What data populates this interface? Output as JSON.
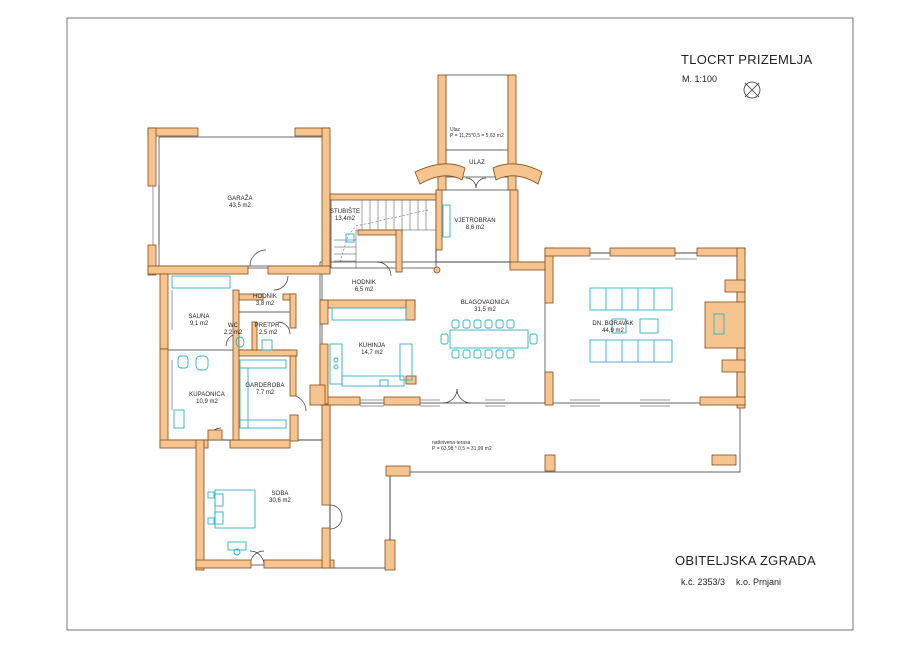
{
  "drawing": {
    "title": "TLOCRT PRIZEMLJA",
    "scale": "M. 1:100",
    "project_name": "OBITELJSKA ZGRADA",
    "parcel": "k.č. 2353/3",
    "cadastral": "k.o. Prnjani"
  },
  "rooms": {
    "garaza": {
      "name": "GARAŽA",
      "area": "43,5 m2"
    },
    "stubiste": {
      "name": "STUBIŠTE",
      "area": "13,4m2"
    },
    "vjetrobran": {
      "name": "VJETROBRAN",
      "area": "8,6 m2"
    },
    "ulaz": {
      "name": "ULAZ"
    },
    "hodnik_small": {
      "name": "HODNIK",
      "area": "3,8 m2"
    },
    "hodnik_main": {
      "name": "HODNIK",
      "area": "6,5 m2"
    },
    "sauna": {
      "name": "SAUNA",
      "area": "9,1 m2"
    },
    "wc": {
      "name": "WC",
      "area": "2,2 m2"
    },
    "pretpr": {
      "name": "PRETPR.",
      "area": "2,5 m2"
    },
    "kuhinja": {
      "name": "KUHINJA",
      "area": "14,7 m2"
    },
    "blagovaonica": {
      "name": "BLAGOVAONICA",
      "area": "31,5 m2"
    },
    "dn_boravak": {
      "name": "DN. BORAVAK",
      "area": "44,9 m2"
    },
    "garderoba": {
      "name": "GARDEROBA",
      "area": "7,7 m2"
    },
    "kupaonica": {
      "name": "KUPAONICA",
      "area": "10,9 m2"
    },
    "soba": {
      "name": "SOBA",
      "area": "30,6 m2"
    }
  },
  "notes": {
    "ulaz_line1": "Ulaz",
    "ulaz_line2": "P = 11,25*0,5 = 5,63 m2",
    "terasa_line1": "natkrivena terasa",
    "terasa_line2": "P = 63,98 * 0,5 = 31,99 m2"
  },
  "colors": {
    "wall_fill": "#f6c58f",
    "wall_stroke": "#8a4a14",
    "furniture": "#2bb3c9",
    "line": "#333333"
  },
  "icons": {
    "north": "north-arrow-icon"
  }
}
